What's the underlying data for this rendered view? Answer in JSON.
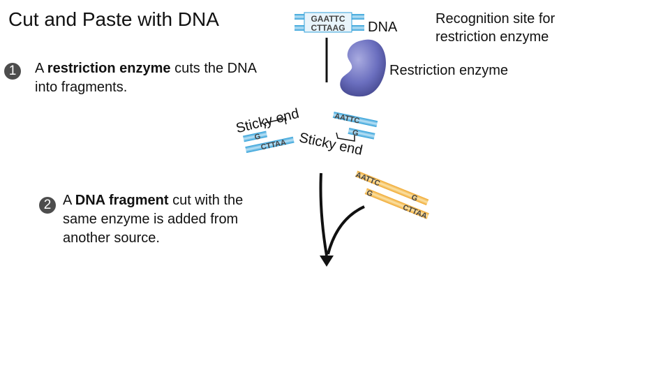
{
  "title": "Cut and Paste with DNA",
  "step1": {
    "number": "1",
    "pre": "A ",
    "bold": "restriction enzyme",
    "post": " cuts the DNA into fragments."
  },
  "step2": {
    "number": "2",
    "pre": "A ",
    "bold": "DNA fragment",
    "post": " cut with the same enzyme is added from another source."
  },
  "labels": {
    "dna": "DNA",
    "recognition_site": "Recognition site for restriction enzyme",
    "restriction_enzyme": "Restriction enzyme",
    "sticky_end": "Sticky end"
  },
  "dna_sequences": {
    "site_top": "GAATTC",
    "site_bottom": "CTTAAG",
    "left_top": "G",
    "left_bottom": "CTTAA",
    "right_top": "AATTC",
    "right_bottom": "G",
    "yellow_left_top": "AATTC",
    "yellow_left_bottom": "G",
    "yellow_right_top": "G",
    "yellow_right_bottom": "CTTAA"
  },
  "colors": {
    "dna_blue": "#2f9fd8",
    "dna_light": "#cfe8f6",
    "fragment_orange": "#f0a830",
    "fragment_light": "#fbe3a8",
    "enzyme_purple": "#5b5eaa",
    "arrow": "#111111",
    "step_circle": "#4d4d4d"
  },
  "icons": [
    "restriction-enzyme-blob",
    "down-arrow",
    "curved-arrow"
  ]
}
